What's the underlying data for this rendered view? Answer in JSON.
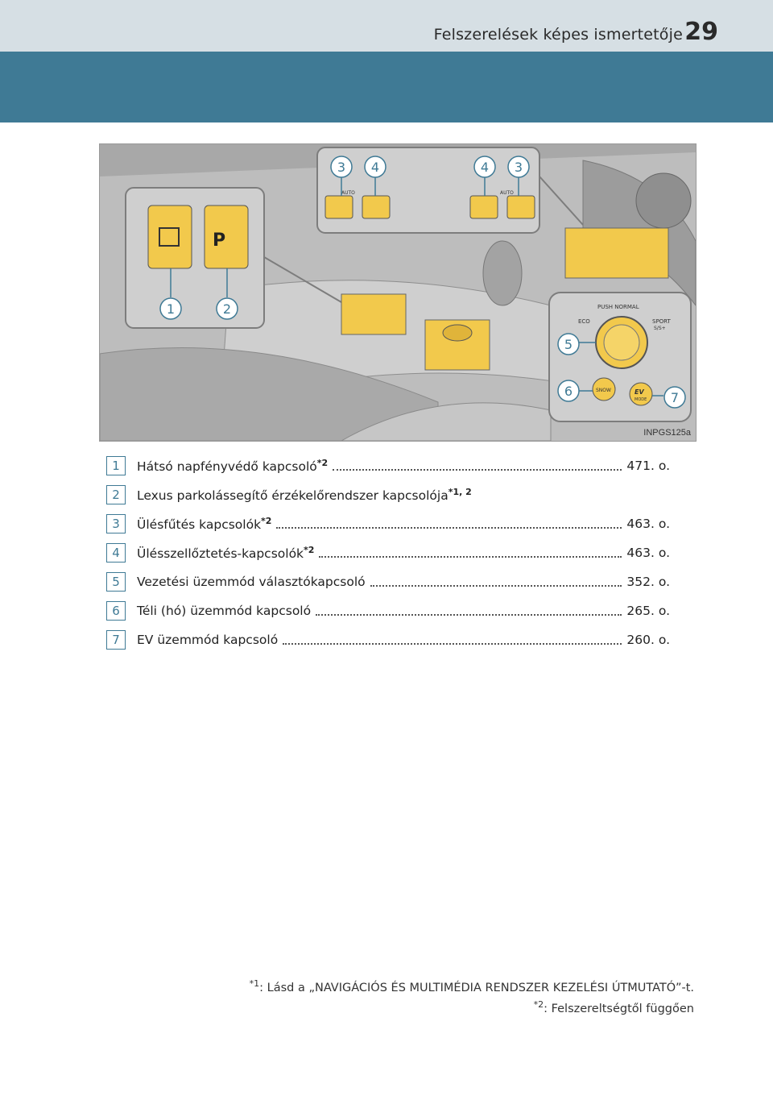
{
  "header": {
    "chapter_title": "Felszerelések képes ismertetője",
    "page_number": "29"
  },
  "figure": {
    "code": "INPGS125a",
    "callouts": {
      "c1": "1",
      "c2": "2",
      "c3a": "3",
      "c4a": "4",
      "c4b": "4",
      "c3b": "3",
      "c5": "5",
      "c6": "6",
      "c7": "7"
    },
    "dial_labels": {
      "push_normal": "PUSH NORMAL",
      "eco": "ECO",
      "sport": "SPORT",
      "sport_sub": "S/S+",
      "snow": "SNOW",
      "ev": "EV",
      "ev_sub": "MODE",
      "auto_left": "AUTO",
      "auto_right": "AUTO",
      "p_label": "P"
    },
    "colors": {
      "highlight": "#f2c94c",
      "accent": "#3f7a95"
    }
  },
  "items": [
    {
      "num": "1",
      "label": "Hátsó napfényvédő kapcsoló",
      "sup": "*2",
      "ref": "471. o."
    },
    {
      "num": "2",
      "label": "Lexus parkolássegítő érzékelőrendszer kapcsolója",
      "sup": "*1, 2",
      "ref": ""
    },
    {
      "num": "3",
      "label": "Ülésfűtés kapcsolók",
      "sup": "*2",
      "ref": "463. o."
    },
    {
      "num": "4",
      "label": "Ülésszellőztetés-kapcsolók",
      "sup": "*2",
      "ref": "463. o."
    },
    {
      "num": "5",
      "label": "Vezetési üzemmód választókapcsoló",
      "sup": "",
      "ref": "352. o."
    },
    {
      "num": "6",
      "label": "Téli (hó) üzemmód kapcsoló",
      "sup": "",
      "ref": "265. o."
    },
    {
      "num": "7",
      "label": "EV üzemmód kapcsoló",
      "sup": "",
      "ref": "260. o."
    }
  ],
  "footnotes": [
    {
      "mark": "*1",
      "text": ": Lásd a „NAVIGÁCIÓS ÉS MULTIMÉDIA RENDSZER KEZELÉSI ÚTMUTATÓ”-t."
    },
    {
      "mark": "*2",
      "text": ": Felszereltségtől függően"
    }
  ]
}
